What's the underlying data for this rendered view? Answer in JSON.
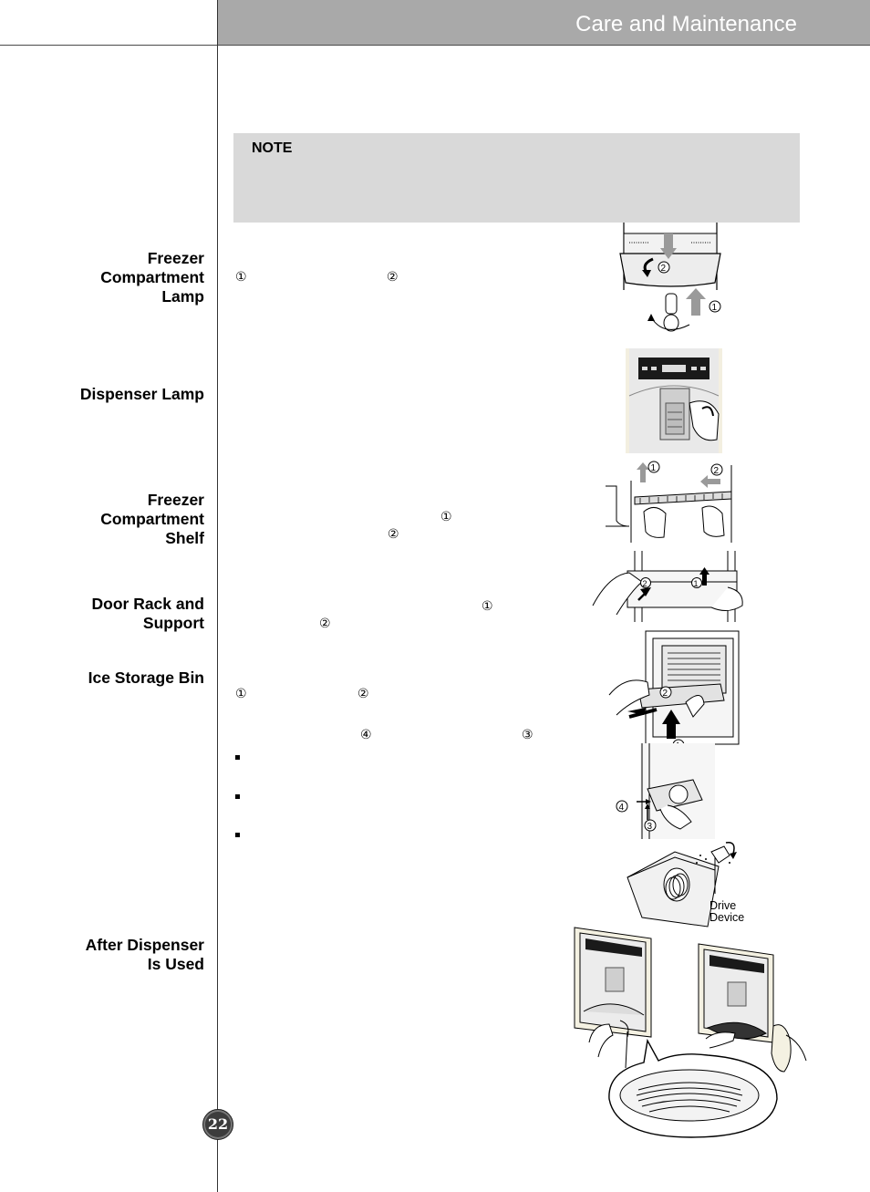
{
  "header": {
    "title": "Care and Maintenance"
  },
  "note": {
    "label": "NOTE"
  },
  "sections": {
    "freezer_lamp": [
      "Freezer",
      "Compartment",
      "Lamp"
    ],
    "dispenser_lamp": [
      "Dispenser Lamp"
    ],
    "freezer_shelf": [
      "Freezer",
      "Compartment",
      "Shelf"
    ],
    "door_rack": [
      "Door Rack and",
      "Support"
    ],
    "ice_bin": [
      "Ice Storage Bin"
    ],
    "after_dispenser": [
      "After Dispenser",
      "Is Used"
    ]
  },
  "markers": {
    "one": "①",
    "two": "②",
    "three": "③",
    "four": "④"
  },
  "illustrations": {
    "drive_device": [
      "Drive",
      "Device"
    ]
  },
  "page": {
    "number": "22"
  }
}
